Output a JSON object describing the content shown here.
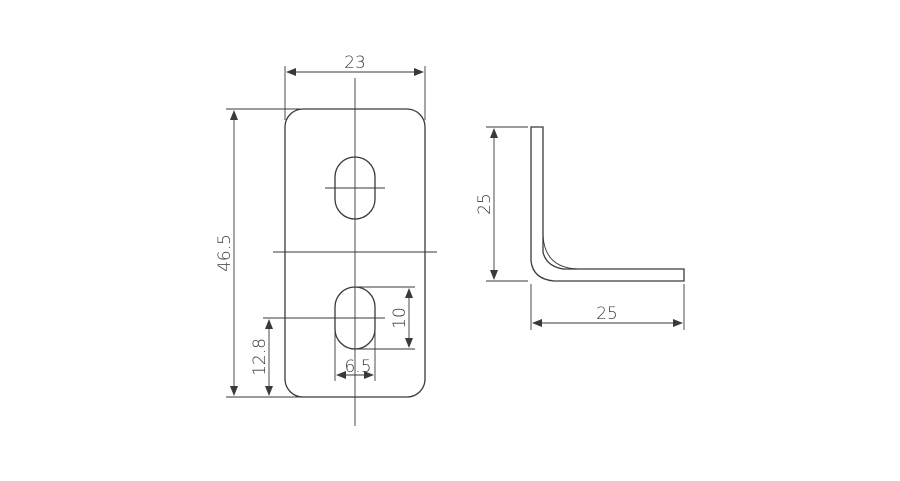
{
  "drawing": {
    "stroke_color": "#3a3a3a",
    "background": "#ffffff",
    "dimensions": {
      "width": "23",
      "height": "46.5",
      "hole_length": "10",
      "hole_width": "6.5",
      "hole_offset": "12.8",
      "side_height": "25",
      "side_length": "25"
    }
  }
}
